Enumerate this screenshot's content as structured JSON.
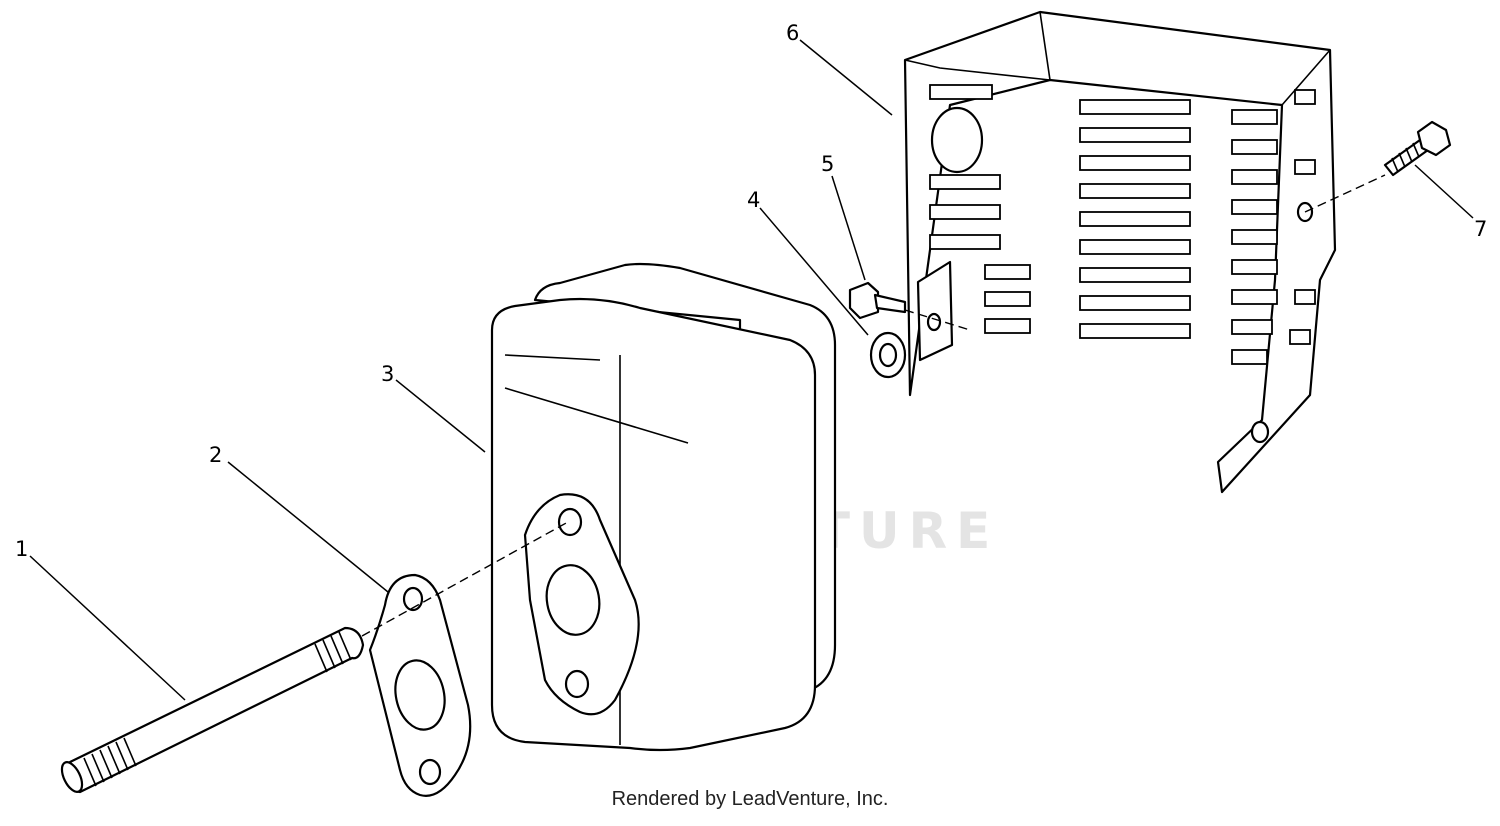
{
  "diagram": {
    "callouts": [
      {
        "id": "1",
        "label": "1"
      },
      {
        "id": "2",
        "label": "2"
      },
      {
        "id": "3",
        "label": "3"
      },
      {
        "id": "4",
        "label": "4"
      },
      {
        "id": "5",
        "label": "5"
      },
      {
        "id": "6",
        "label": "6"
      },
      {
        "id": "7",
        "label": "7"
      }
    ],
    "watermark": "LEADVENTURE",
    "footer": "Rendered by LeadVenture, Inc."
  },
  "colors": {
    "line": "#000000",
    "watermark": "#e4e4e4",
    "background": "#ffffff"
  }
}
